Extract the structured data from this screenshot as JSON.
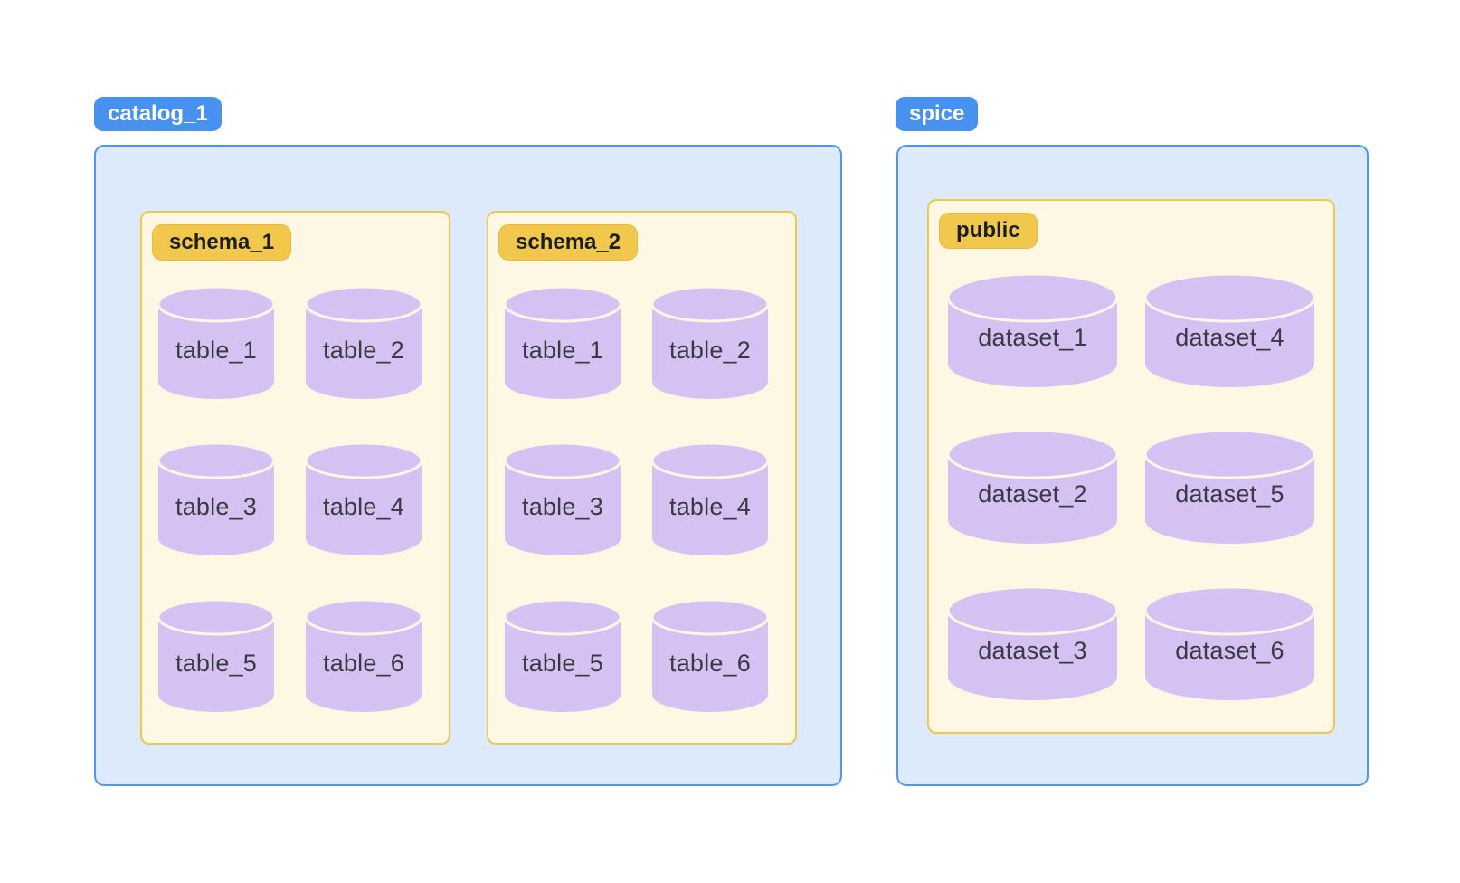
{
  "diagram": {
    "containers": [
      {
        "label": "catalog_1",
        "groups": [
          {
            "label": "schema_1",
            "items": [
              "table_1",
              "table_2",
              "table_3",
              "table_4",
              "table_5",
              "table_6"
            ]
          },
          {
            "label": "schema_2",
            "items": [
              "table_1",
              "table_2",
              "table_3",
              "table_4",
              "table_5",
              "table_6"
            ]
          }
        ]
      },
      {
        "label": "spice",
        "groups": [
          {
            "label": "public",
            "items": [
              "dataset_1",
              "dataset_2",
              "dataset_3",
              "dataset_4",
              "dataset_5",
              "dataset_6"
            ]
          }
        ]
      }
    ],
    "colors": {
      "container_pill_bg": "#4792F0",
      "container_pill_text": "#FFFFFF",
      "container_bg": "#DCEAFB",
      "container_border": "#4E96F3",
      "group_pill_bg": "#F2C84C",
      "group_pill_border": "#E7BB41",
      "group_pill_text": "#1B1E24",
      "group_bg": "#FDF7E3",
      "group_border": "#ECC84D",
      "cylinder_fill": "#D6C2F2",
      "cylinder_divider": "#FDF7E3",
      "item_text": "#3A3A42"
    }
  }
}
